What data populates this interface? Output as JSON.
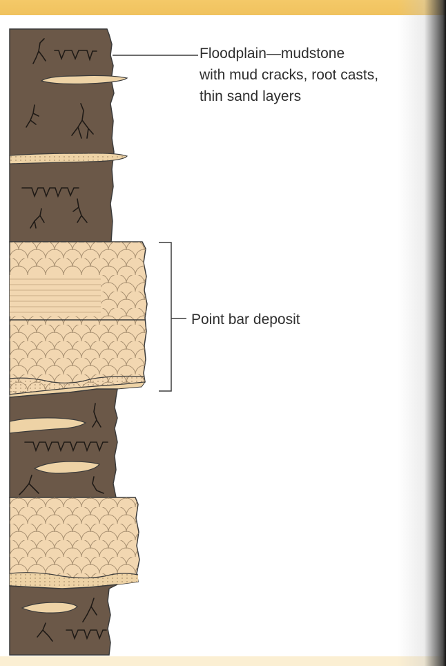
{
  "labels": {
    "floodplain": {
      "line1": "Floodplain—mudstone",
      "line2": "with mud cracks, root casts,",
      "line3": "thin sand layers"
    },
    "point_bar": "Point bar deposit"
  },
  "colors": {
    "mudstone": "#6b5848",
    "sandstone": "#f2d7b1",
    "sand_layer": "#eed3a6",
    "line": "#3b3b3b",
    "top_band": "#f0c25e",
    "bottom_band": "#fbefd3"
  }
}
